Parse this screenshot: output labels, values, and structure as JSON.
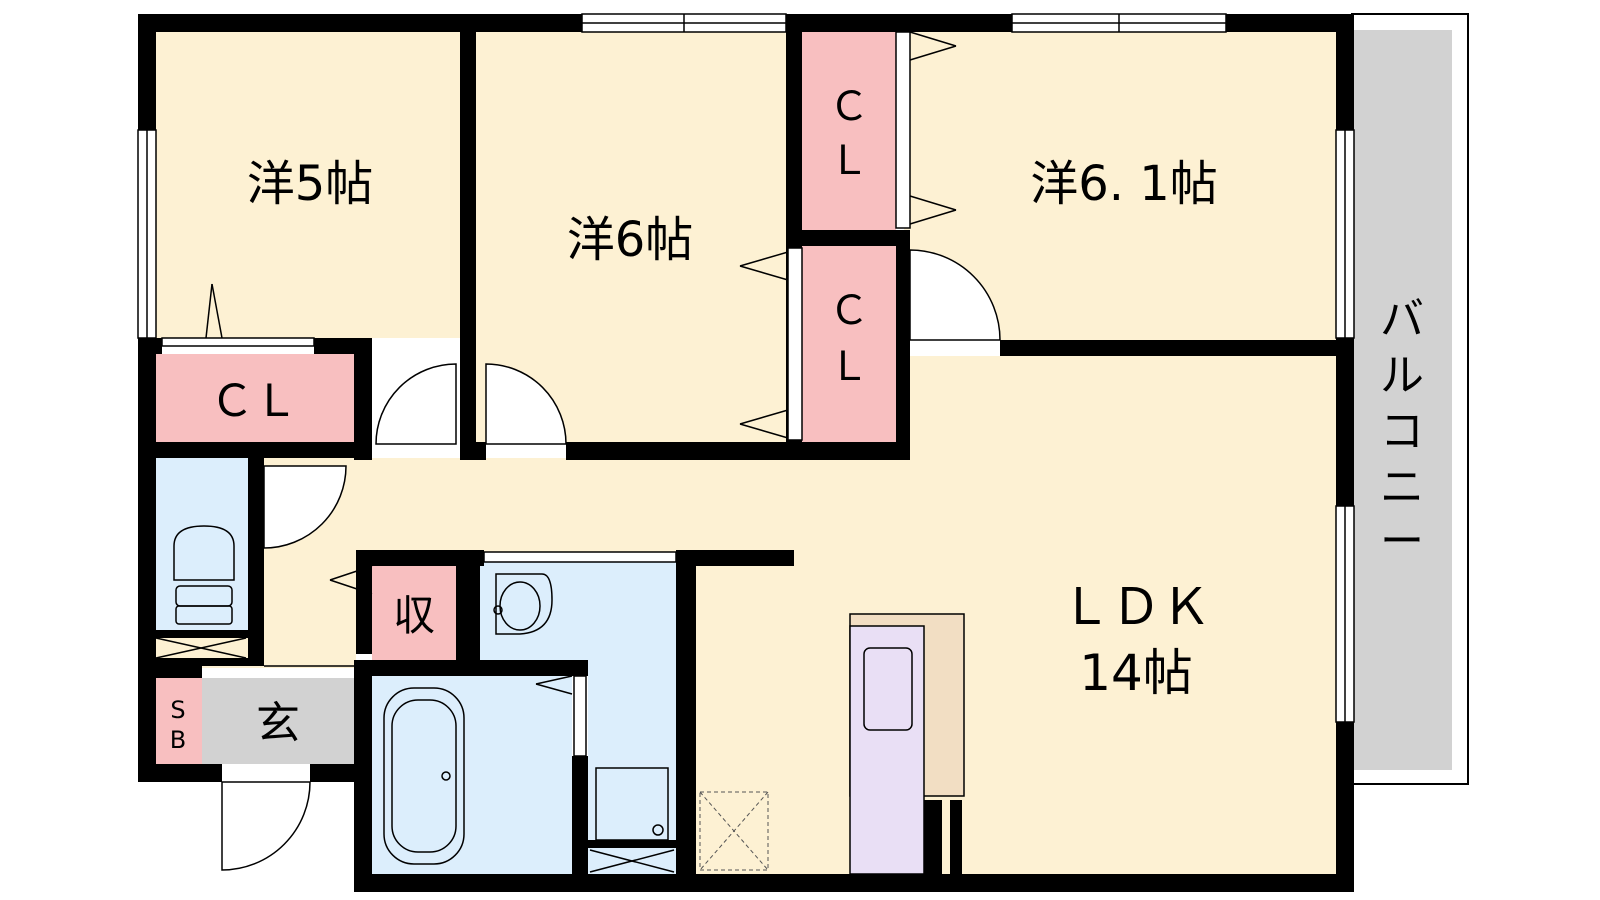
{
  "rooms": {
    "western_5": "洋5帖",
    "western_6": "洋6帖",
    "western_6_1": "洋6. 1帖",
    "ldk_label": "ＬＤＫ",
    "ldk_size": "14帖",
    "balcony": [
      "バ",
      "ル",
      "コ",
      "ニ",
      "ー"
    ]
  },
  "storage": {
    "closet_left": "ＣＬ",
    "closet_upper": [
      "Ｃ",
      "Ｌ"
    ],
    "closet_lower": [
      "Ｃ",
      "Ｌ"
    ],
    "storage_small": "収",
    "shoe_box": [
      "S",
      "B"
    ],
    "entrance": "玄"
  },
  "colors": {
    "wall": "#000000",
    "room": "#fdf1d3",
    "closet": "#f8bfc0",
    "wet_area": "#dceefc",
    "entrance": "#d2d2d2",
    "balcony": "#d2d2d2",
    "kitchen": "#e9dff5",
    "counter": "#f2dec3"
  }
}
